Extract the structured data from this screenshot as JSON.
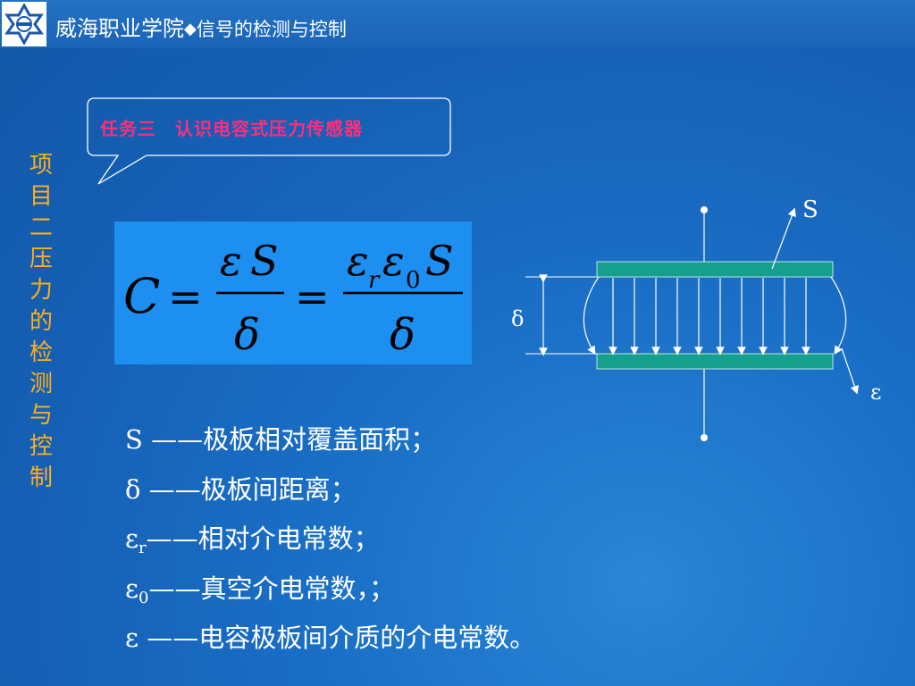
{
  "header": {
    "school": "威海职业学院",
    "separator": "◆",
    "course": "信号的检测与控制"
  },
  "task": {
    "label": "任务三　认识电容式压力传感器"
  },
  "project": {
    "chars": [
      "项",
      "目",
      "二",
      " ",
      "压",
      "力",
      "的",
      "检",
      "测",
      "与",
      "控",
      "制"
    ]
  },
  "formula": {
    "C": "C",
    "eq1": "=",
    "num1_a": "ε",
    "num1_b": "S",
    "den1": "δ",
    "eq2": "=",
    "num2_a": "ε",
    "num2_r": "r",
    "num2_b": "ε",
    "num2_0": "0",
    "num2_c": "S",
    "den2": "δ"
  },
  "diagram": {
    "label_s": "S",
    "label_delta": "δ",
    "label_eps": "ε"
  },
  "definitions": [
    {
      "sym": "S",
      "sub": "",
      "text": " ——极板相对覆盖面积；"
    },
    {
      "sym": "δ",
      "sub": "",
      "text": " ——极板间距离；"
    },
    {
      "sym": "ε",
      "sub": "r",
      "text": "——相对介电常数；"
    },
    {
      "sym": "ε",
      "sub": "0",
      "text": "——真空介电常数，；"
    },
    {
      "sym": "ε",
      "sub": "",
      "text": " ——电容极板间介质的介电常数。"
    }
  ],
  "colors": {
    "background": "#1a6fc6",
    "accent_orange": "#ffae1a",
    "task_pink": "#ff2d7a",
    "formula_box": "#1c8ff0",
    "plate": "#14a08c"
  }
}
